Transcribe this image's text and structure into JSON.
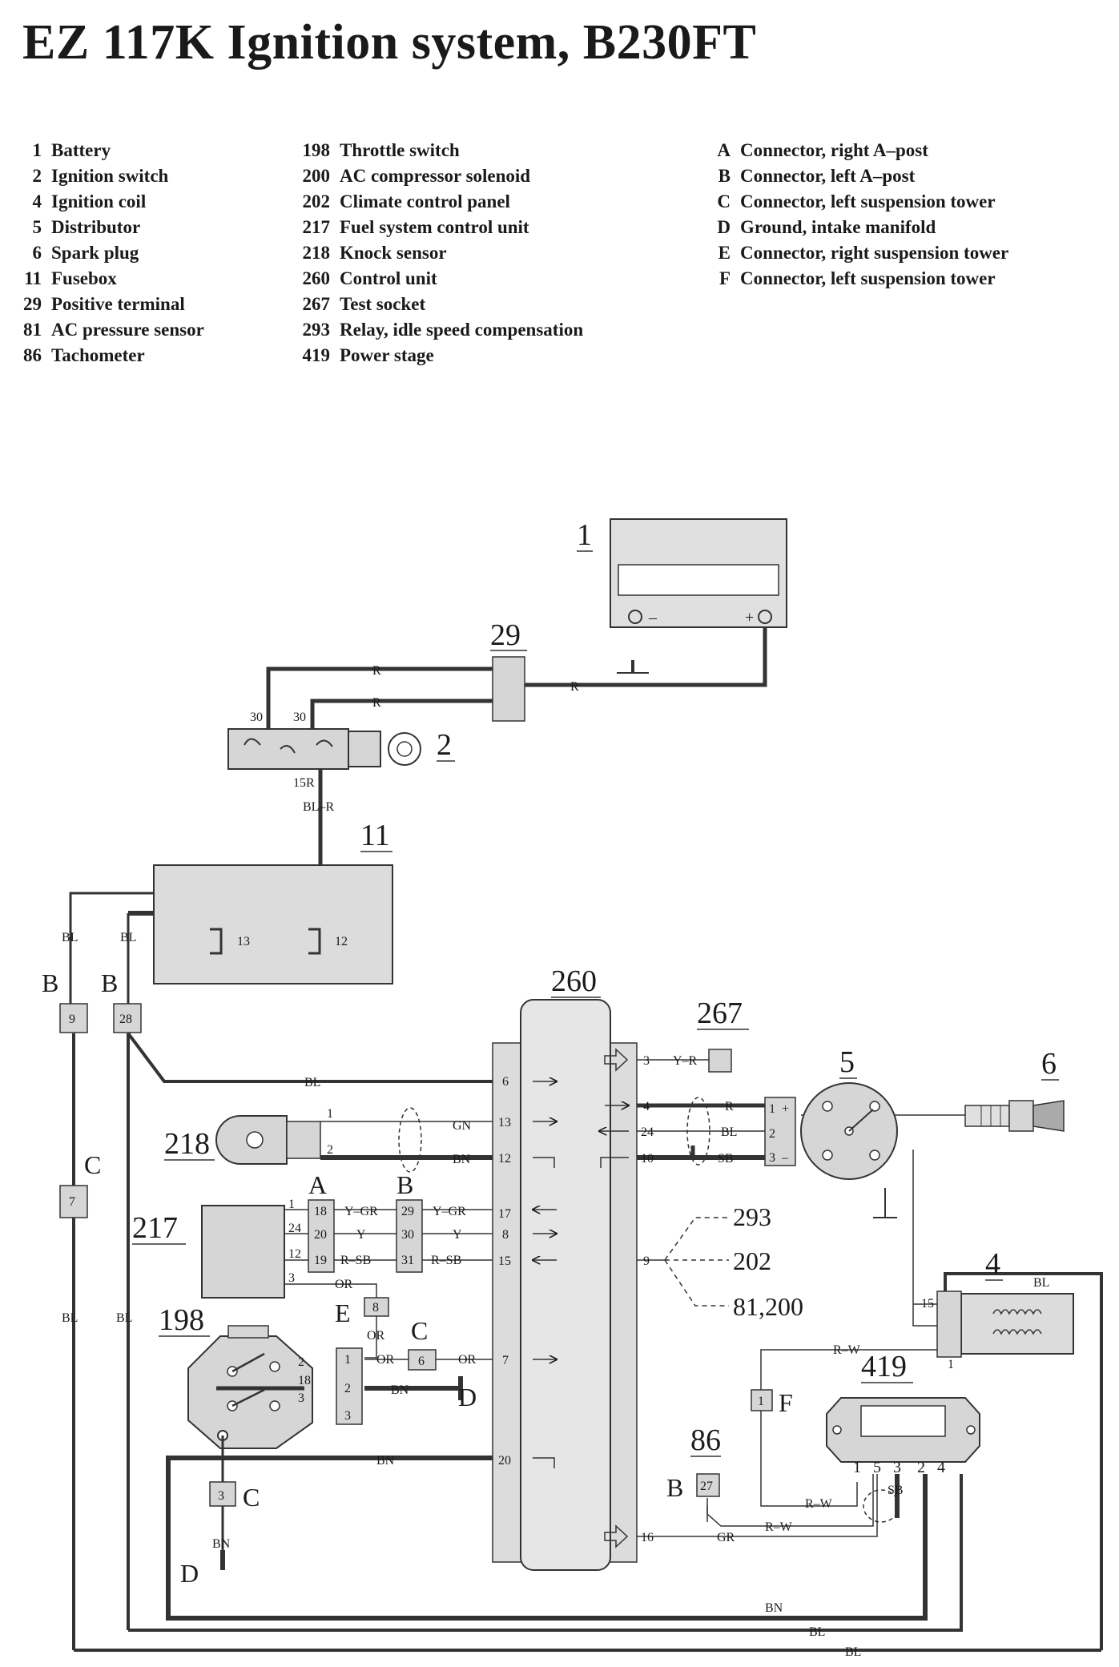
{
  "title": "EZ 117K Ignition system, B230FT",
  "legend": {
    "col1": [
      {
        "num": "1",
        "label": "Battery"
      },
      {
        "num": "2",
        "label": "Ignition switch"
      },
      {
        "num": "4",
        "label": "Ignition coil"
      },
      {
        "num": "5",
        "label": "Distributor"
      },
      {
        "num": "6",
        "label": "Spark plug"
      },
      {
        "num": "11",
        "label": "Fusebox"
      },
      {
        "num": "29",
        "label": "Positive terminal"
      },
      {
        "num": "81",
        "label": "AC pressure sensor"
      },
      {
        "num": "86",
        "label": "Tachometer"
      }
    ],
    "col2": [
      {
        "num": "198",
        "label": "Throttle switch"
      },
      {
        "num": "200",
        "label": "AC compressor solenoid"
      },
      {
        "num": "202",
        "label": "Climate control panel"
      },
      {
        "num": "217",
        "label": "Fuel system control unit"
      },
      {
        "num": "218",
        "label": "Knock sensor"
      },
      {
        "num": "260",
        "label": "Control unit"
      },
      {
        "num": "267",
        "label": "Test socket"
      },
      {
        "num": "293",
        "label": "Relay, idle speed compensation"
      },
      {
        "num": "419",
        "label": "Power stage"
      }
    ],
    "col3": [
      {
        "num": "A",
        "label": "Connector, right A–post"
      },
      {
        "num": "B",
        "label": "Connector, left A–post"
      },
      {
        "num": "C",
        "label": "Connector, left suspension tower"
      },
      {
        "num": "D",
        "label": "Ground, intake manifold"
      },
      {
        "num": "E",
        "label": "Connector, right suspension tower"
      },
      {
        "num": "F",
        "label": "Connector, left suspension tower"
      }
    ]
  },
  "diagram": {
    "components": {
      "battery": "1",
      "ignition_switch": "2",
      "ignition_coil": "4",
      "distributor": "5",
      "spark_plug": "6",
      "fusebox": "11",
      "positive_terminal": "29",
      "knock_sensor": "218",
      "fuel_ctrl": "217",
      "throttle_switch": "198",
      "control_unit": "260",
      "test_socket": "267",
      "power_stage": "419",
      "tachometer": "86",
      "relay_293": "293",
      "climate_202": "202",
      "ac_81_200": "81,200"
    },
    "battery_terms": {
      "minus": "–",
      "plus": "+"
    },
    "ign_switch": {
      "t30a": "30",
      "t30b": "30",
      "t15r": "15R"
    },
    "fuse_terms": {
      "f13": "13",
      "f12": "12"
    },
    "connectors": {
      "b_left": "B",
      "b_right": "B",
      "c_left": "C",
      "c_mid": "C",
      "c_bottom": "C",
      "a_top": "A",
      "b_top": "B",
      "e": "E",
      "f": "F",
      "b_86": "B",
      "d_mid": "D",
      "d_bottom": "D",
      "pin_9": "9",
      "pin_28": "28",
      "pin_7": "7",
      "pin_8": "8",
      "pin_6": "6",
      "pin_1": "1",
      "pin_27": "27",
      "pin_3": "3"
    },
    "wires": {
      "r1": "R",
      "r2": "R",
      "r3": "R",
      "bl_r": "BL–R",
      "bl1": "BL",
      "bl2": "BL",
      "bl3": "BL",
      "bl4": "BL",
      "bl5": "BL",
      "gn": "GN",
      "bn1": "BN",
      "y_gr1": "Y–GR",
      "y1": "Y",
      "r_sb1": "R–SB",
      "y_gr2": "Y–GR",
      "y2": "Y",
      "r_sb2": "R–SB",
      "or1": "OR",
      "or2": "OR",
      "or3": "OR",
      "or4": "OR",
      "bn2": "BN",
      "bn3": "BN",
      "bn4": "BN",
      "bn5": "BN",
      "y_r": "Y–R",
      "r4": "R",
      "bl6": "BL",
      "sb1": "SB",
      "r_w1": "R–W",
      "r_w2": "R–W",
      "r_w3": "R–W",
      "gr": "GR",
      "bl7": "BL",
      "bl8": "BL",
      "sb2": "SB"
    },
    "cu_pins_left": [
      "6",
      "13",
      "12",
      "17",
      "8",
      "15",
      "7",
      "20"
    ],
    "cu_pins_right": [
      "3",
      "4",
      "24",
      "10",
      "9",
      "16"
    ],
    "ks_pins": [
      "1",
      "2"
    ],
    "fc_pins": [
      "1",
      "24",
      "12",
      "3"
    ],
    "a_pins": [
      "18",
      "20",
      "19"
    ],
    "b_pins": [
      "29",
      "30",
      "31"
    ],
    "ts_pins": [
      "2",
      "18",
      "3"
    ],
    "ts_conn": [
      "1",
      "2",
      "3"
    ],
    "dist_pins": [
      "1",
      "2",
      "3"
    ],
    "dist_signs": {
      "plus": "+",
      "minus": "–"
    },
    "coil_pins": {
      "p15": "15",
      "p1": "1"
    },
    "ps_pins": [
      "1",
      "5",
      "3",
      "2",
      "4"
    ]
  }
}
